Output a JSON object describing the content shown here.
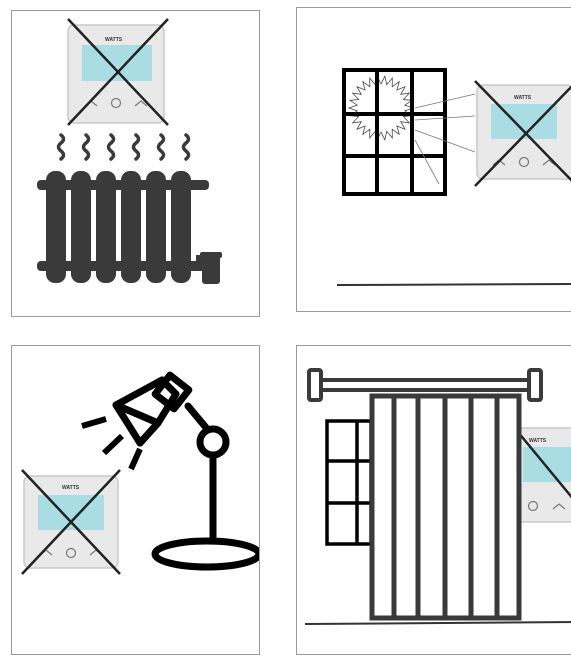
{
  "brand": "WATTS",
  "panels": [
    {
      "id": "radiator",
      "description_icons": [
        "thermostat-icon",
        "cross-mark-icon",
        "heat-waves-icon",
        "radiator-icon"
      ]
    },
    {
      "id": "window-sun",
      "description_icons": [
        "window-icon",
        "sun-icon",
        "thermostat-icon",
        "cross-mark-icon"
      ]
    },
    {
      "id": "lamp",
      "description_icons": [
        "lamp-icon",
        "light-rays-icon",
        "thermostat-icon",
        "cross-mark-icon"
      ]
    },
    {
      "id": "curtain",
      "description_icons": [
        "curtain-rod-icon",
        "curtain-icon",
        "window-icon",
        "thermostat-icon",
        "cross-mark-icon"
      ]
    }
  ],
  "colors": {
    "thermostat_body": "#e9e9e9",
    "thermostat_border": "#c9c9c9",
    "screen": "#a9dde3",
    "dark": "#3a3a3a",
    "black": "#000000"
  }
}
